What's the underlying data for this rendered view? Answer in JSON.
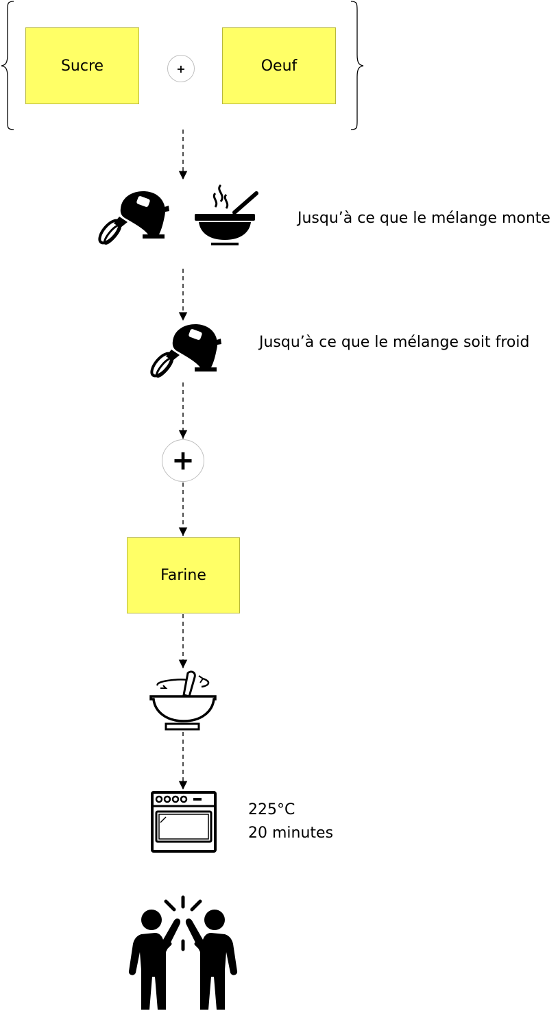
{
  "ingredients": {
    "sugar": "Sucre",
    "egg": "Oeuf",
    "flour": "Farine"
  },
  "operators": {
    "plus_small": "+",
    "plus_large": "+"
  },
  "steps": {
    "whisk_heat_note": "Jusqu’à ce que le mélange monte",
    "whisk_cool_note": "Jusqu’à ce que le mélange soit froid",
    "bake_temperature": "225°C",
    "bake_time": "20 minutes"
  },
  "icons": [
    "hand-mixer-icon",
    "hot-bowl-icon",
    "hand-mixer-icon",
    "stirring-bowl-icon",
    "oven-icon",
    "high-five-icon"
  ],
  "colors": {
    "ingredient_fill": "#ffff66",
    "ink": "#000000"
  }
}
